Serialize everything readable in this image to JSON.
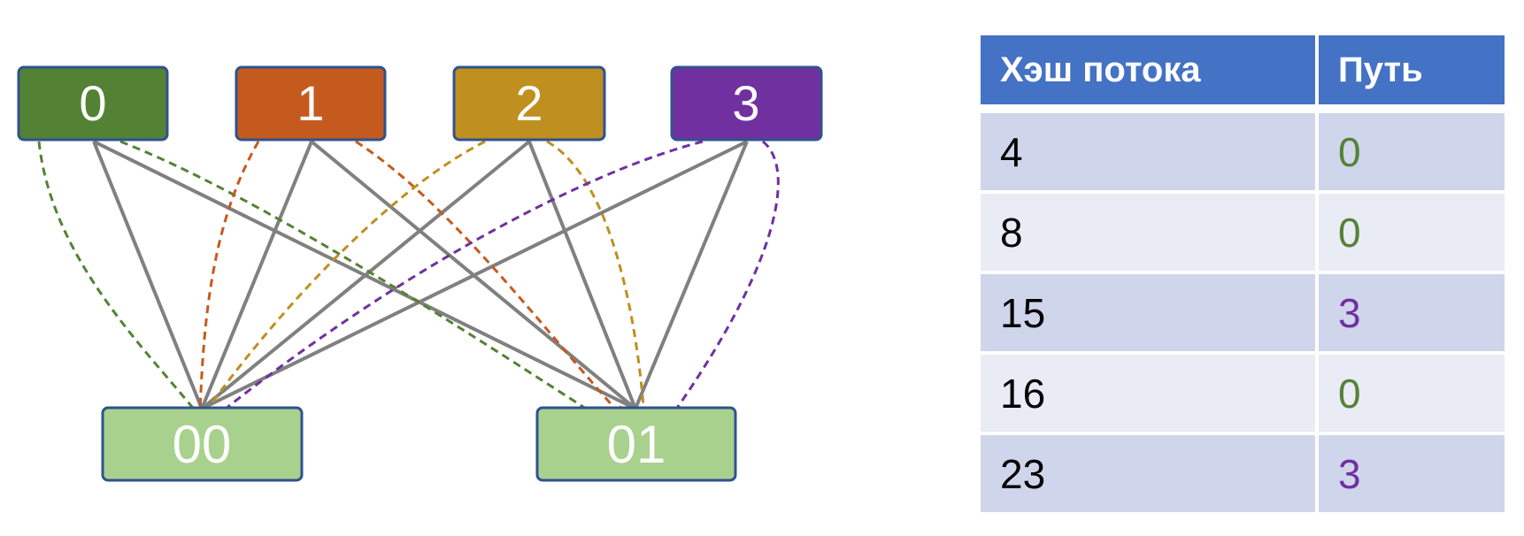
{
  "diagram": {
    "top_nodes": [
      {
        "label": "0",
        "color": "#548235"
      },
      {
        "label": "1",
        "color": "#c55a1f"
      },
      {
        "label": "2",
        "color": "#bf8f1f"
      },
      {
        "label": "3",
        "color": "#7030a0"
      }
    ],
    "bottom_nodes": [
      {
        "label": "00",
        "color": "#a9d18e"
      },
      {
        "label": "01",
        "color": "#a9d18e"
      }
    ],
    "border_color": "#2f528f",
    "link_color": "#808080"
  },
  "table": {
    "header": {
      "hash": "Хэш потока",
      "path": "Путь"
    },
    "rows": [
      {
        "hash": "4",
        "path": "0",
        "path_color": "#548235"
      },
      {
        "hash": "8",
        "path": "0",
        "path_color": "#548235"
      },
      {
        "hash": "15",
        "path": "3",
        "path_color": "#7030a0"
      },
      {
        "hash": "16",
        "path": "0",
        "path_color": "#548235"
      },
      {
        "hash": "23",
        "path": "3",
        "path_color": "#7030a0"
      }
    ]
  }
}
